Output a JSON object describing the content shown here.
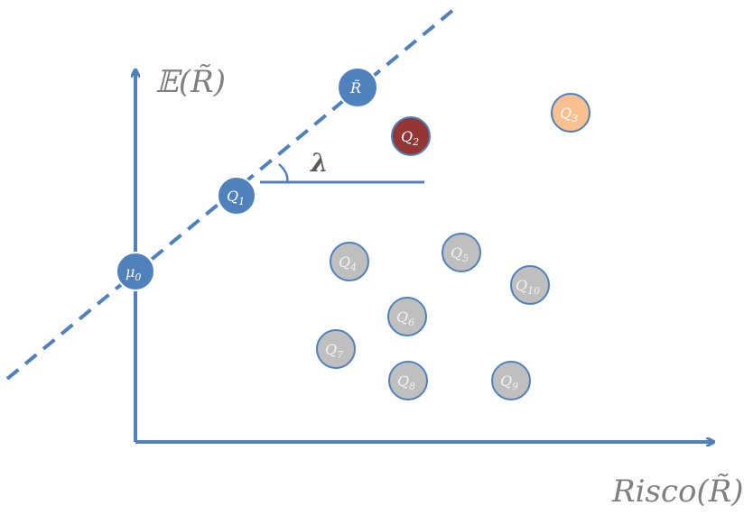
{
  "axes": {
    "y_label": "𝔼(R̃)",
    "x_label": "Risco(R̃)"
  },
  "lambda_label": "λ",
  "nodes": {
    "mu0": {
      "label": "μ",
      "sub": "0"
    },
    "q1": {
      "label": "Q",
      "sub": "1"
    },
    "r": {
      "label": "R̃",
      "sub": ""
    },
    "q2": {
      "label": "Q",
      "sub": "2"
    },
    "q3": {
      "label": "Q",
      "sub": "3"
    },
    "q4": {
      "label": "Q",
      "sub": "4"
    },
    "q5": {
      "label": "Q",
      "sub": "5"
    },
    "q6": {
      "label": "Q",
      "sub": "6"
    },
    "q7": {
      "label": "Q",
      "sub": "7"
    },
    "q8": {
      "label": "Q",
      "sub": "8"
    },
    "q9": {
      "label": "Q",
      "sub": "9"
    },
    "q10": {
      "label": "Q",
      "sub": "10"
    }
  },
  "colors": {
    "axis": "#4f81bd",
    "blue_node": "#4f81bd",
    "dark_red_node": "#943634",
    "orange_node": "#fabf8f",
    "grey_node": "#bfbfbf"
  }
}
